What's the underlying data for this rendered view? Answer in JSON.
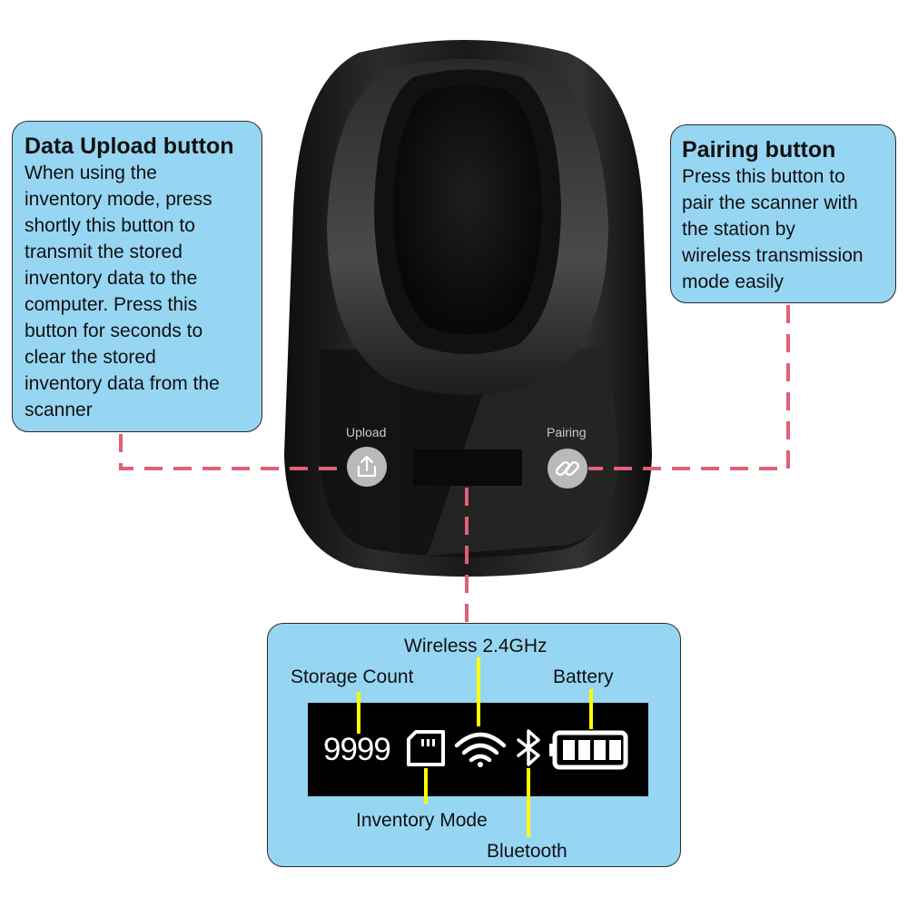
{
  "upload_callout": {
    "title": "Data Upload button",
    "lines": [
      "When using the",
      "inventory mode, press",
      "shortly this button to",
      "transmit the stored",
      "inventory data to the",
      "computer. Press this",
      "button for seconds to",
      "clear the stored",
      "inventory data from the",
      "scanner"
    ]
  },
  "pairing_callout": {
    "title": "Pairing button",
    "lines": [
      "Press this button to",
      "pair the scanner with",
      "the station by",
      "wireless transmission",
      "mode easily"
    ]
  },
  "device": {
    "upload_label": "Upload",
    "pairing_label": "Pairing"
  },
  "status_panel": {
    "wireless_label": "Wireless 2.4GHz",
    "storage_label": "Storage Count",
    "battery_label": "Battery",
    "inventory_label": "Inventory Mode",
    "bluetooth_label": "Bluetooth",
    "storage_value": "9999",
    "battery_bars": 4
  },
  "colors": {
    "callout_fill": "#97d6f3",
    "connector": "#e06077",
    "pointer": "#ffff00",
    "device_body": "#1c1c1c"
  },
  "icons": [
    "upload-icon",
    "link-icon",
    "sd-card-icon",
    "wifi-icon",
    "bluetooth-icon",
    "battery-icon"
  ]
}
